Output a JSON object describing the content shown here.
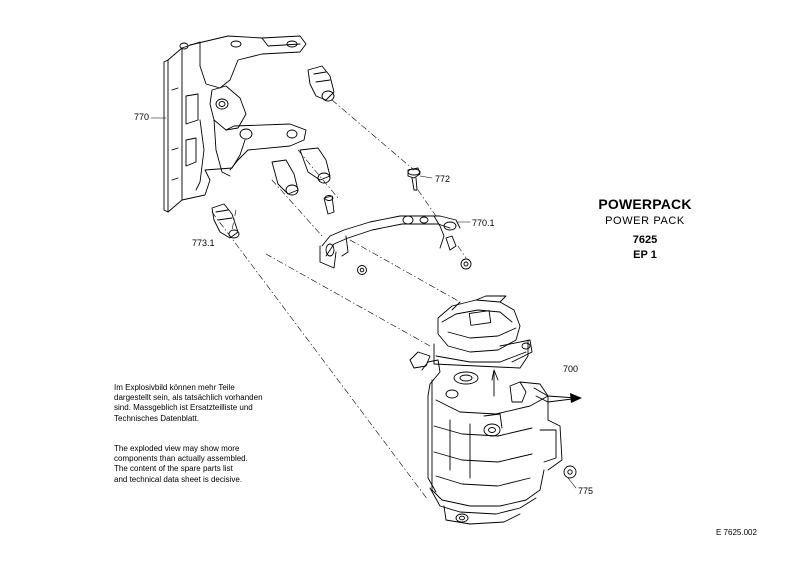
{
  "title": {
    "main": "POWERPACK",
    "sub": "POWER PACK",
    "number": "7625",
    "ep": "EP 1"
  },
  "callouts": {
    "c770": "770",
    "c772": "772",
    "c770_1": "770.1",
    "c773_1": "773.1",
    "c700": "700",
    "c775": "775"
  },
  "note_de": [
    "Im Explosivbild können mehr Teile",
    "dargestellt sein, als tatsächlich vorhanden",
    "sind. Massgeblich ist Ersatzteilliste und",
    "Technisches Datenblatt."
  ],
  "note_en": [
    "The exploded view may show more",
    "components than actually assembled.",
    "The content of the spare parts list",
    "and technical data sheet is decisive."
  ],
  "doc_number": "E 7625.002"
}
